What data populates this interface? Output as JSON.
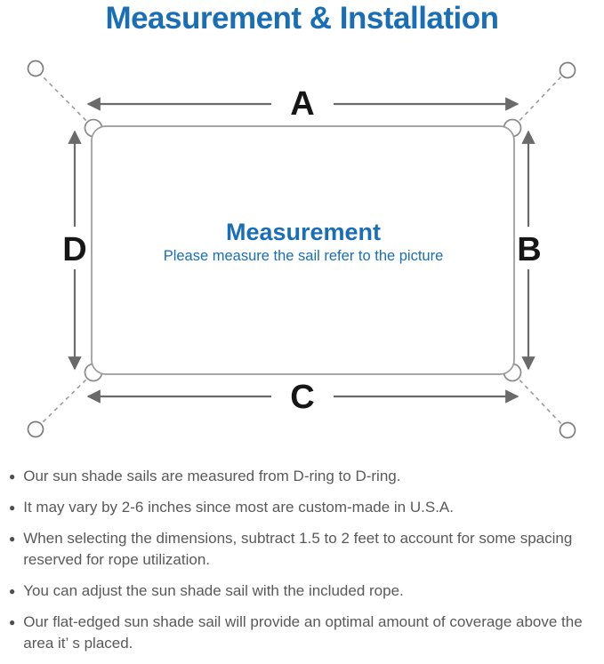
{
  "title": "Measurement & Installation",
  "diagram": {
    "labels": {
      "top": "A",
      "right": "B",
      "bottom": "C",
      "left": "D"
    },
    "center_title": "Measurement",
    "center_subtitle": "Please measure the sail refer to the picture"
  },
  "notes": {
    "bullet_glyph": "●",
    "items": [
      "Our sun shade sails are measured from D-ring to D-ring.",
      "It may vary by 2-6 inches since most are custom-made in U.S.A.",
      "When selecting the dimensions, subtract 1.5 to 2 feet to account for some spacing reserved for rope utilization.",
      "You can adjust the sun shade sail with the included rope.",
      "Our flat-edged sun shade sail will provide an optimal amount of coverage above the area it’ s placed."
    ]
  },
  "colors": {
    "accent_blue": "#1a6eb5",
    "note_text": "#595959",
    "outline_gray": "#9a9a9a",
    "arrow_gray": "#6a6a6a",
    "label_black": "#161616"
  }
}
